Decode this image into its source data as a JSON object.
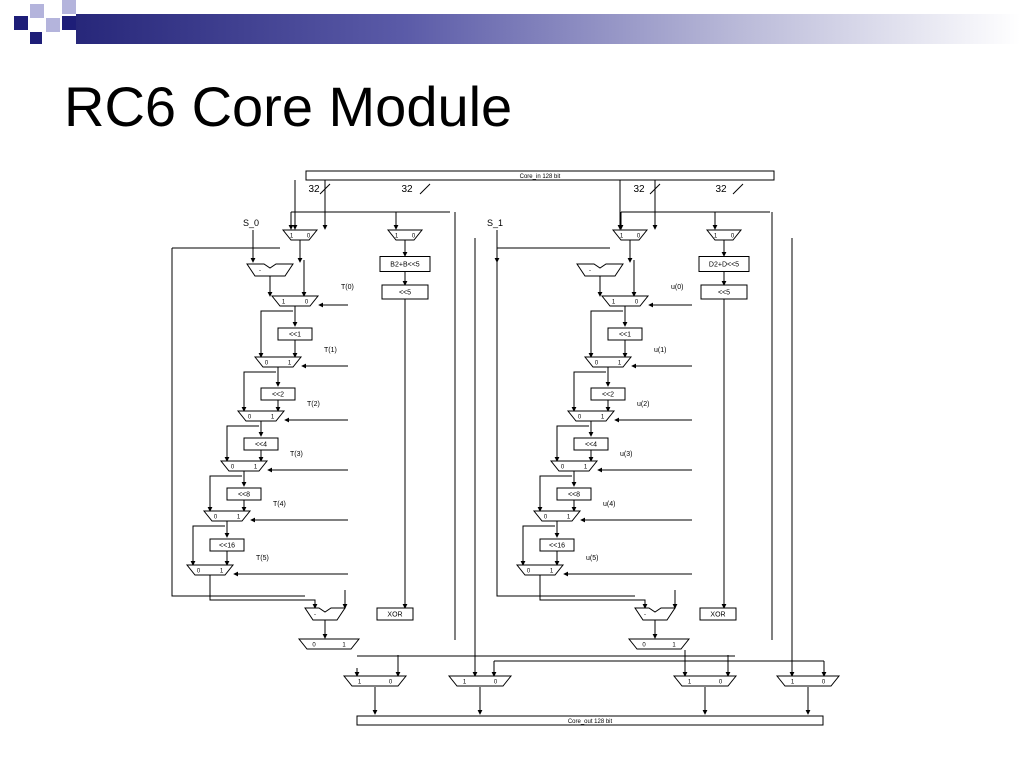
{
  "slide": {
    "title": "RC6 Core Module"
  },
  "diagram": {
    "core_in": "Core_in 128 bit",
    "core_out": "Core_out 128 bit",
    "bus_widths": [
      "32",
      "32",
      "32",
      "32"
    ],
    "s0": "S_0",
    "s1": "S_1",
    "left": {
      "func": "B2+B<<5",
      "shift5": "<<5",
      "shifts": [
        "<<1",
        "<<2",
        "<<4",
        "<<8",
        "<<16"
      ],
      "t_labels": [
        "T(0)",
        "T(1)",
        "T(2)",
        "T(3)",
        "T(4)",
        "T(5)"
      ],
      "xor": "XOR"
    },
    "right": {
      "func": "D2+D<<5",
      "shift5": "<<5",
      "shifts": [
        "<<1",
        "<<2",
        "<<4",
        "<<8",
        "<<16"
      ],
      "u_labels": [
        "u(0)",
        "u(1)",
        "u(2)",
        "u(3)",
        "u(4)",
        "u(5)"
      ],
      "xor": "XOR"
    },
    "mux_bits": {
      "one": "1",
      "zero": "0",
      "minus": "-"
    }
  },
  "colors": {
    "accent": "#27277a",
    "logo_blue": "#1e1e78",
    "logo_light": "#b4b4dc"
  }
}
